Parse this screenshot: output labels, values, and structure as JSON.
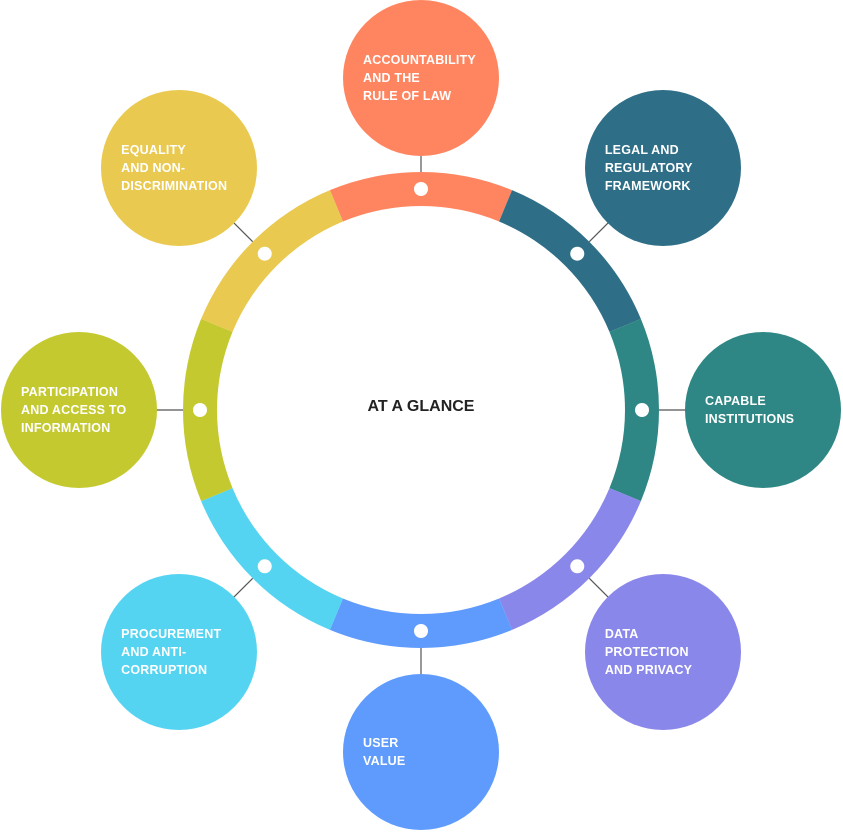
{
  "center_title": "AT A GLANCE",
  "connector_color": "#555555",
  "pillars": [
    {
      "lines": [
        "ACCOUNTABILITY",
        "AND THE",
        "RULE OF LAW"
      ],
      "color": "#FF8560"
    },
    {
      "lines": [
        "LEGAL AND",
        "REGULATORY",
        "FRAMEWORK"
      ],
      "color": "#2E6E87"
    },
    {
      "lines": [
        "CAPABLE",
        "INSTITUTIONS"
      ],
      "color": "#2E8784"
    },
    {
      "lines": [
        "DATA",
        "PROTECTION",
        "AND PRIVACY"
      ],
      "color": "#8A87EA"
    },
    {
      "lines": [
        "USER",
        "VALUE"
      ],
      "color": "#5F9BFC"
    },
    {
      "lines": [
        "PROCUREMENT",
        "AND ANTI-",
        "CORRUPTION"
      ],
      "color": "#55D4F2"
    },
    {
      "lines": [
        "PARTICIPATION",
        "AND ACCESS TO",
        "INFORMATION"
      ],
      "color": "#C4C92F"
    },
    {
      "lines": [
        "EQUALITY",
        "AND NON-",
        "DISCRIMINATION"
      ],
      "color": "#E9C94F"
    }
  ]
}
